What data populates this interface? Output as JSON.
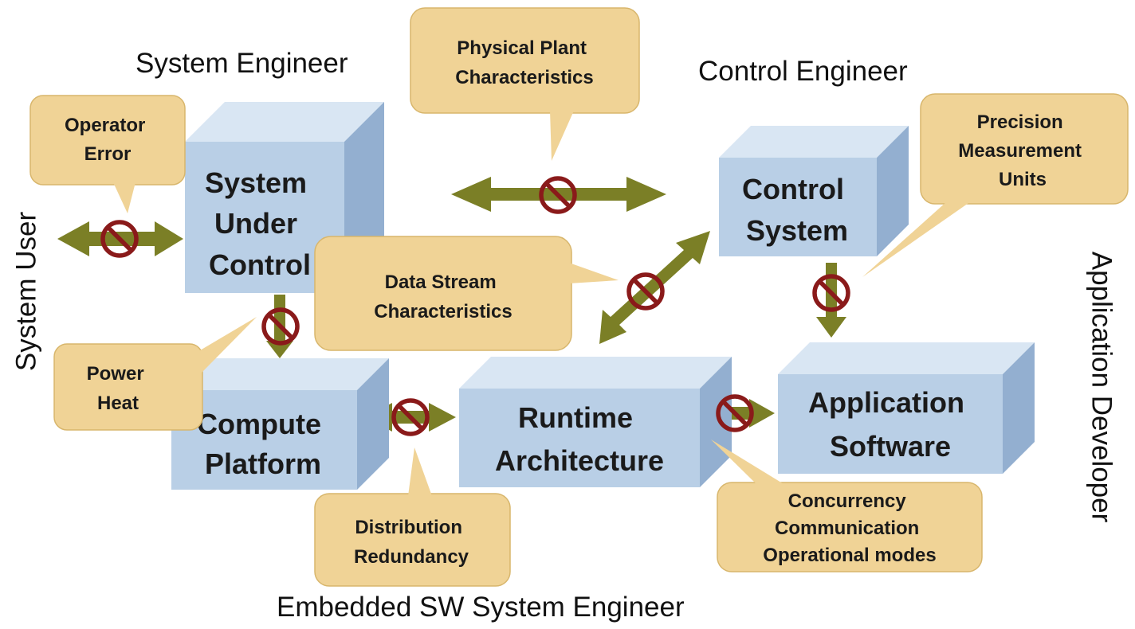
{
  "roles": {
    "system_engineer": "System Engineer",
    "control_engineer": "Control Engineer",
    "system_user": "System User",
    "application_developer": "Application Developer",
    "embedded_sw_system_engineer": "Embedded SW System Engineer"
  },
  "boxes": {
    "system_under_control": [
      "System",
      "Under",
      "Control"
    ],
    "control_system": [
      "Control",
      "System"
    ],
    "compute_platform": [
      "Compute",
      "Platform"
    ],
    "runtime_architecture": [
      "Runtime",
      "Architecture"
    ],
    "application_software": [
      "Application",
      "Software"
    ]
  },
  "callouts": {
    "physical_plant": [
      "Physical Plant",
      "Characteristics"
    ],
    "operator_error": [
      "Operator",
      "Error"
    ],
    "precision_measurement": [
      "Precision",
      "Measurement",
      "Units"
    ],
    "data_stream": [
      "Data Stream",
      "Characteristics"
    ],
    "power_heat": [
      "Power",
      "Heat"
    ],
    "distribution_redundancy": [
      "Distribution",
      "Redundancy"
    ],
    "concurrency": [
      "Concurrency",
      "Communication",
      "Operational modes"
    ]
  },
  "icons": {
    "arrow": "double-arrow-icon",
    "prohibited": "prohibited-icon"
  },
  "colors": {
    "box_front": "#b9cfe6",
    "box_top": "#d9e6f3",
    "box_side": "#93afd0",
    "callout_fill": "#f0d396",
    "callout_stroke": "#d8b66c",
    "arrow": "#7b7f26",
    "prohibited": "#8a1a1a"
  }
}
